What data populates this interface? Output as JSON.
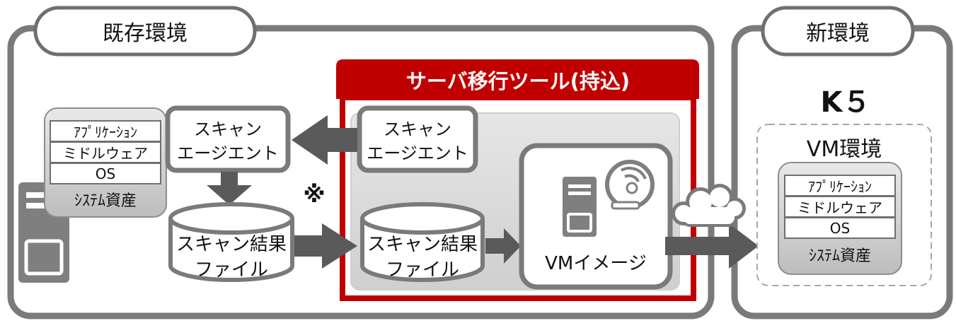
{
  "existing_env": {
    "title": "既存環境"
  },
  "new_env": {
    "title": "新環境",
    "k5": "K５",
    "vm_env": "VM環境"
  },
  "tool": {
    "title": "サーバ移行ツール(持込)"
  },
  "system_assets_left": {
    "layers": [
      "ｱﾌﾟﾘｹｰｼｮﾝ",
      "ミドルウェア",
      "OS"
    ],
    "label": "ｼｽﾃﾑ資産"
  },
  "system_assets_right": {
    "layers": [
      "ｱﾌﾟﾘｹｰｼｮﾝ",
      "ミドルウェア",
      "OS"
    ],
    "label": "ｼｽﾃﾑ資産"
  },
  "scan_agent_installed": {
    "line1": "スキャン",
    "line2": "エージエント"
  },
  "scan_agent_tool": {
    "line1": "スキャン",
    "line2": "エージエント"
  },
  "scan_result_left": {
    "line1": "スキャン結果",
    "line2": "ファイル"
  },
  "scan_result_tool": {
    "line1": "スキャン結果",
    "line2": "ファイル"
  },
  "vm_image": {
    "label": "VMイメージ"
  },
  "note_mark": "※",
  "colors": {
    "frame_gray": "#7a7a7a",
    "tool_red": "#c00000",
    "inner_gray": "#d9d9d9",
    "arrow_gray": "#5a5a5a"
  }
}
